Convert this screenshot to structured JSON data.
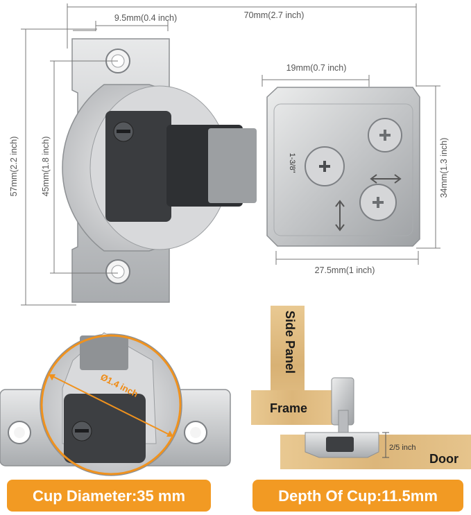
{
  "dimensions": {
    "overall_width": "70mm(2.7 inch)",
    "hole_offset": "9.5mm(0.4 inch)",
    "arm_top_width": "19mm(0.7 inch)",
    "overall_height": "57mm(2.2 inch)",
    "hole_spacing": "45mm(1.8 inch)",
    "arm_height": "34mm(1.3 inch)",
    "arm_length": "27.5mm(1 inch)"
  },
  "arm_marking": "1-3/8\"",
  "cup_callout": "Ø1.4 inch",
  "install_diagram": {
    "side_panel_label": "Side Panel",
    "frame_label": "Frame",
    "door_label": "Door",
    "door_gap": "2/5 inch"
  },
  "badges": {
    "cup_diameter": "Cup Diameter:35 mm",
    "cup_depth": "Depth Of Cup:11.5mm"
  },
  "colors": {
    "accent_orange": "#f0921e",
    "badge_orange": "#f29a23",
    "metal": "#c9cacc",
    "wood": "#e0bd83"
  }
}
